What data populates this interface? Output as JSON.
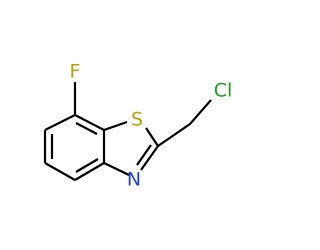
{
  "molecule": {
    "atoms": {
      "fluorine": {
        "symbol": "F",
        "color": "#b8a000"
      },
      "sulfur": {
        "symbol": "S",
        "color": "#b8a000"
      },
      "nitrogen": {
        "symbol": "N",
        "color": "#1f3fd6"
      },
      "chlorine": {
        "symbol": "Cl",
        "color": "#1c9a1c"
      }
    },
    "bond_color": "#000000"
  }
}
